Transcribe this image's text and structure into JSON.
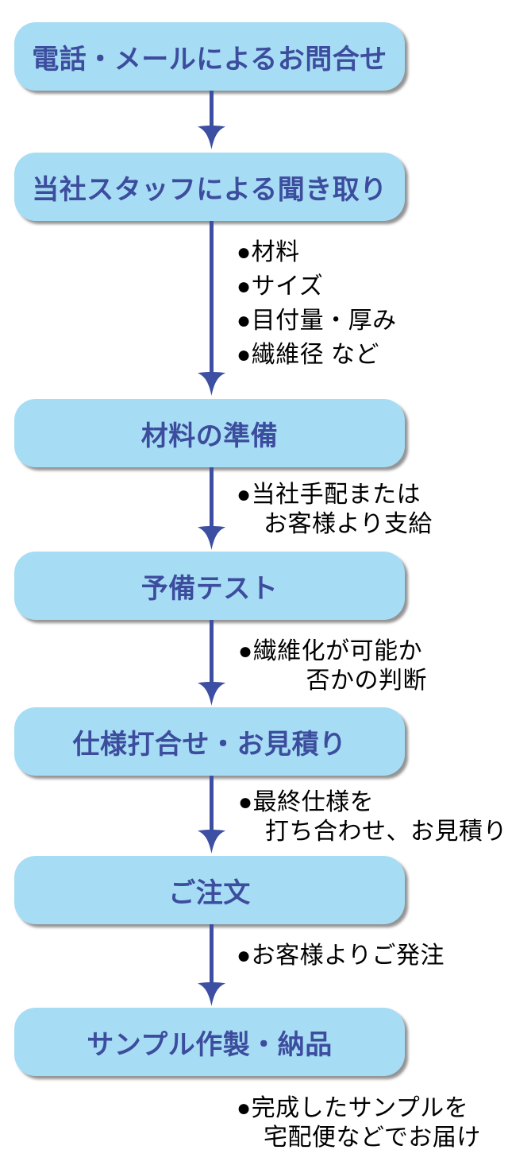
{
  "colors": {
    "background": "#FFFFFF",
    "box_fill": "#A7DDF4",
    "box_text": "#3D4D9E",
    "arrow": "#3D4FA3",
    "note_text": "#000000"
  },
  "steps": [
    {
      "label": "電話・メールによるお問合せ"
    },
    {
      "label": "当社スタッフによる聞き取り"
    },
    {
      "label": "材料の準備"
    },
    {
      "label": "予備テスト"
    },
    {
      "label": "仕様打合せ・お見積り"
    },
    {
      "label": "ご注文"
    },
    {
      "label": "サンプル作製・納品"
    }
  ],
  "notes": {
    "hearing_items": {
      "lines": [
        "●材料",
        "●サイズ",
        "●目付量・厚み",
        "●繊維径 など"
      ]
    },
    "material_source": {
      "line1": "●当社手配または",
      "line2": "お客様より支給"
    },
    "fiber_judgement": {
      "line1": "●繊維化が可能か",
      "line2": "否かの判断"
    },
    "final_spec": {
      "line1": "●最終仕様を",
      "line2": "打ち合わせ、お見積り"
    },
    "order_note": {
      "line1": "●お客様よりご発注"
    },
    "delivery_note": {
      "line1": "●完成したサンプルを",
      "line2": "宅配便などでお届け"
    }
  }
}
